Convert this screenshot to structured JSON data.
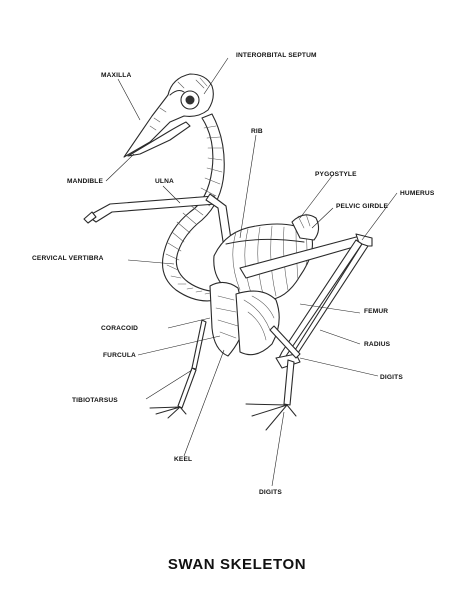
{
  "title": "SWAN SKELETON",
  "labels": {
    "interorbital_septum": "INTERORBITAL SEPTUM",
    "maxilla": "MAXILLA",
    "rib": "RIB",
    "mandible": "MANDIBLE",
    "ulna": "ULNA",
    "pygostyle": "PYGOSTYLE",
    "humerus": "HUMERUS",
    "pelvic_girdle": "PELVIC GIRDLE",
    "cervical_vertibra": "CERVICAL VERTIBRA",
    "femur": "FEMUR",
    "coracoid": "CORACOID",
    "radius": "RADIUS",
    "furcula": "FURCULA",
    "digits_wing": "DIGITS",
    "tibiotarsus": "TIBIOTARSUS",
    "keel": "KEEL",
    "digits_foot": "DIGITS"
  },
  "colors": {
    "ink": "#2a2a2a",
    "background": "#ffffff"
  }
}
